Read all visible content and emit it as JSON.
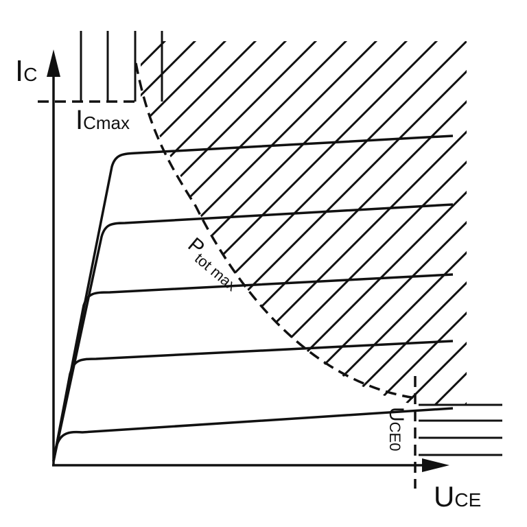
{
  "labels": {
    "ic": {
      "main": "I",
      "sub": "C"
    },
    "icmax": {
      "main": "I",
      "sub": "Cmax"
    },
    "ptot": {
      "main": "P",
      "sub": "tot max"
    },
    "uce0": {
      "main": "U",
      "sub": "CE0"
    },
    "uce": {
      "main": "U",
      "sub": "CE"
    }
  },
  "colors": {
    "stroke": "#111111",
    "background": "#ffffff"
  }
}
